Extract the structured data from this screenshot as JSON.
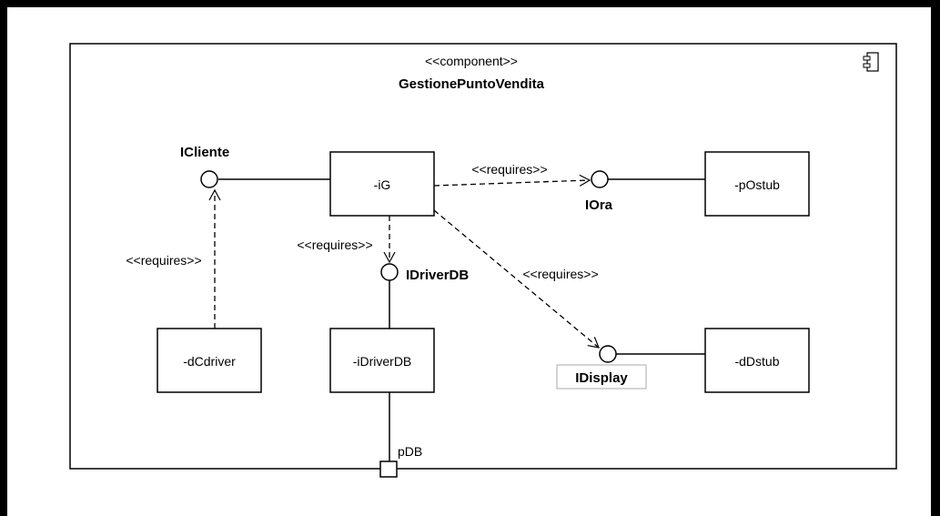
{
  "component": {
    "stereotype": "<<component>>",
    "name": "GestionePuntoVendita"
  },
  "parts": {
    "iG": "-iG",
    "pOstub": "-pOstub",
    "dCdriver": "-dCdriver",
    "iDriverDB": "-iDriverDB",
    "dDstub": "-dDstub"
  },
  "interfaces": {
    "icliente": "ICliente",
    "iora": "IOra",
    "idriverdb": "IDriverDB",
    "idisplay": "IDisplay"
  },
  "dependencies": {
    "ig_to_iora": "<<requires>>",
    "dcdriver_to_icliente": "<<requires>>",
    "ig_to_idriverdb": "<<requires>>",
    "ig_to_idisplay": "<<requires>>"
  },
  "port": {
    "name": "pDB"
  },
  "icons": {
    "component": "component-icon"
  }
}
